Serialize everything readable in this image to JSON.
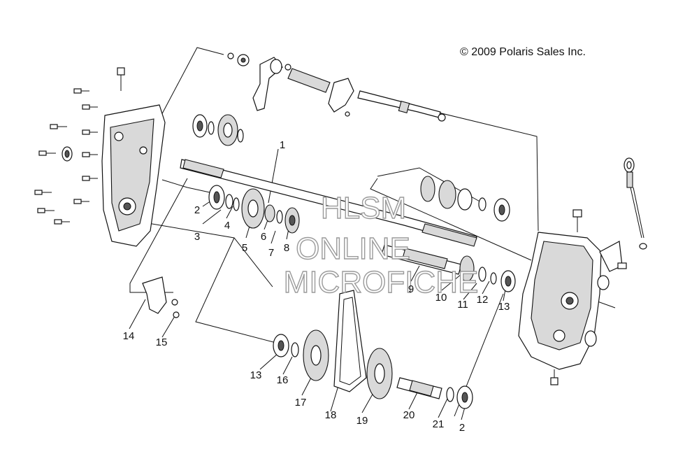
{
  "copyright": "© 2009 Polaris Sales Inc.",
  "watermark": [
    "HLSM",
    "ONLINE",
    "MICROFICHE"
  ],
  "callouts": [
    "1",
    "2",
    "3",
    "4",
    "5",
    "6",
    "7",
    "8",
    "9",
    "10",
    "11",
    "12",
    "13",
    "14",
    "15",
    "13",
    "16",
    "17",
    "18",
    "19",
    "20",
    "21",
    "2"
  ],
  "colors": {
    "ink": "#111111",
    "watermark_outline": "#9a9a9a",
    "background": "#ffffff"
  },
  "icons": [
    "gear-icon",
    "bearing-icon",
    "bolt-icon",
    "shaft-icon",
    "belt-icon",
    "shift-fork-icon",
    "dipstick-icon"
  ]
}
